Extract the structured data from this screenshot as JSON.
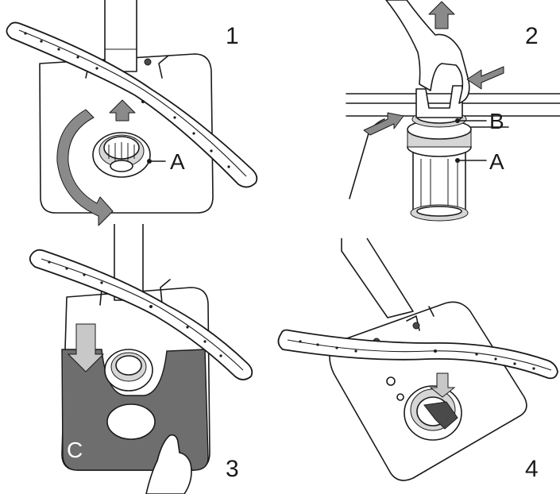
{
  "steps": [
    {
      "number": "1",
      "labels": [
        "A"
      ]
    },
    {
      "number": "2",
      "labels": [
        "B",
        "A"
      ]
    },
    {
      "number": "3",
      "labels": [
        "C"
      ]
    },
    {
      "number": "4",
      "labels": []
    }
  ],
  "colors": {
    "arrow": "#7a7a7a",
    "plate": "#6e6e6e",
    "line": "#1a1a1a"
  }
}
